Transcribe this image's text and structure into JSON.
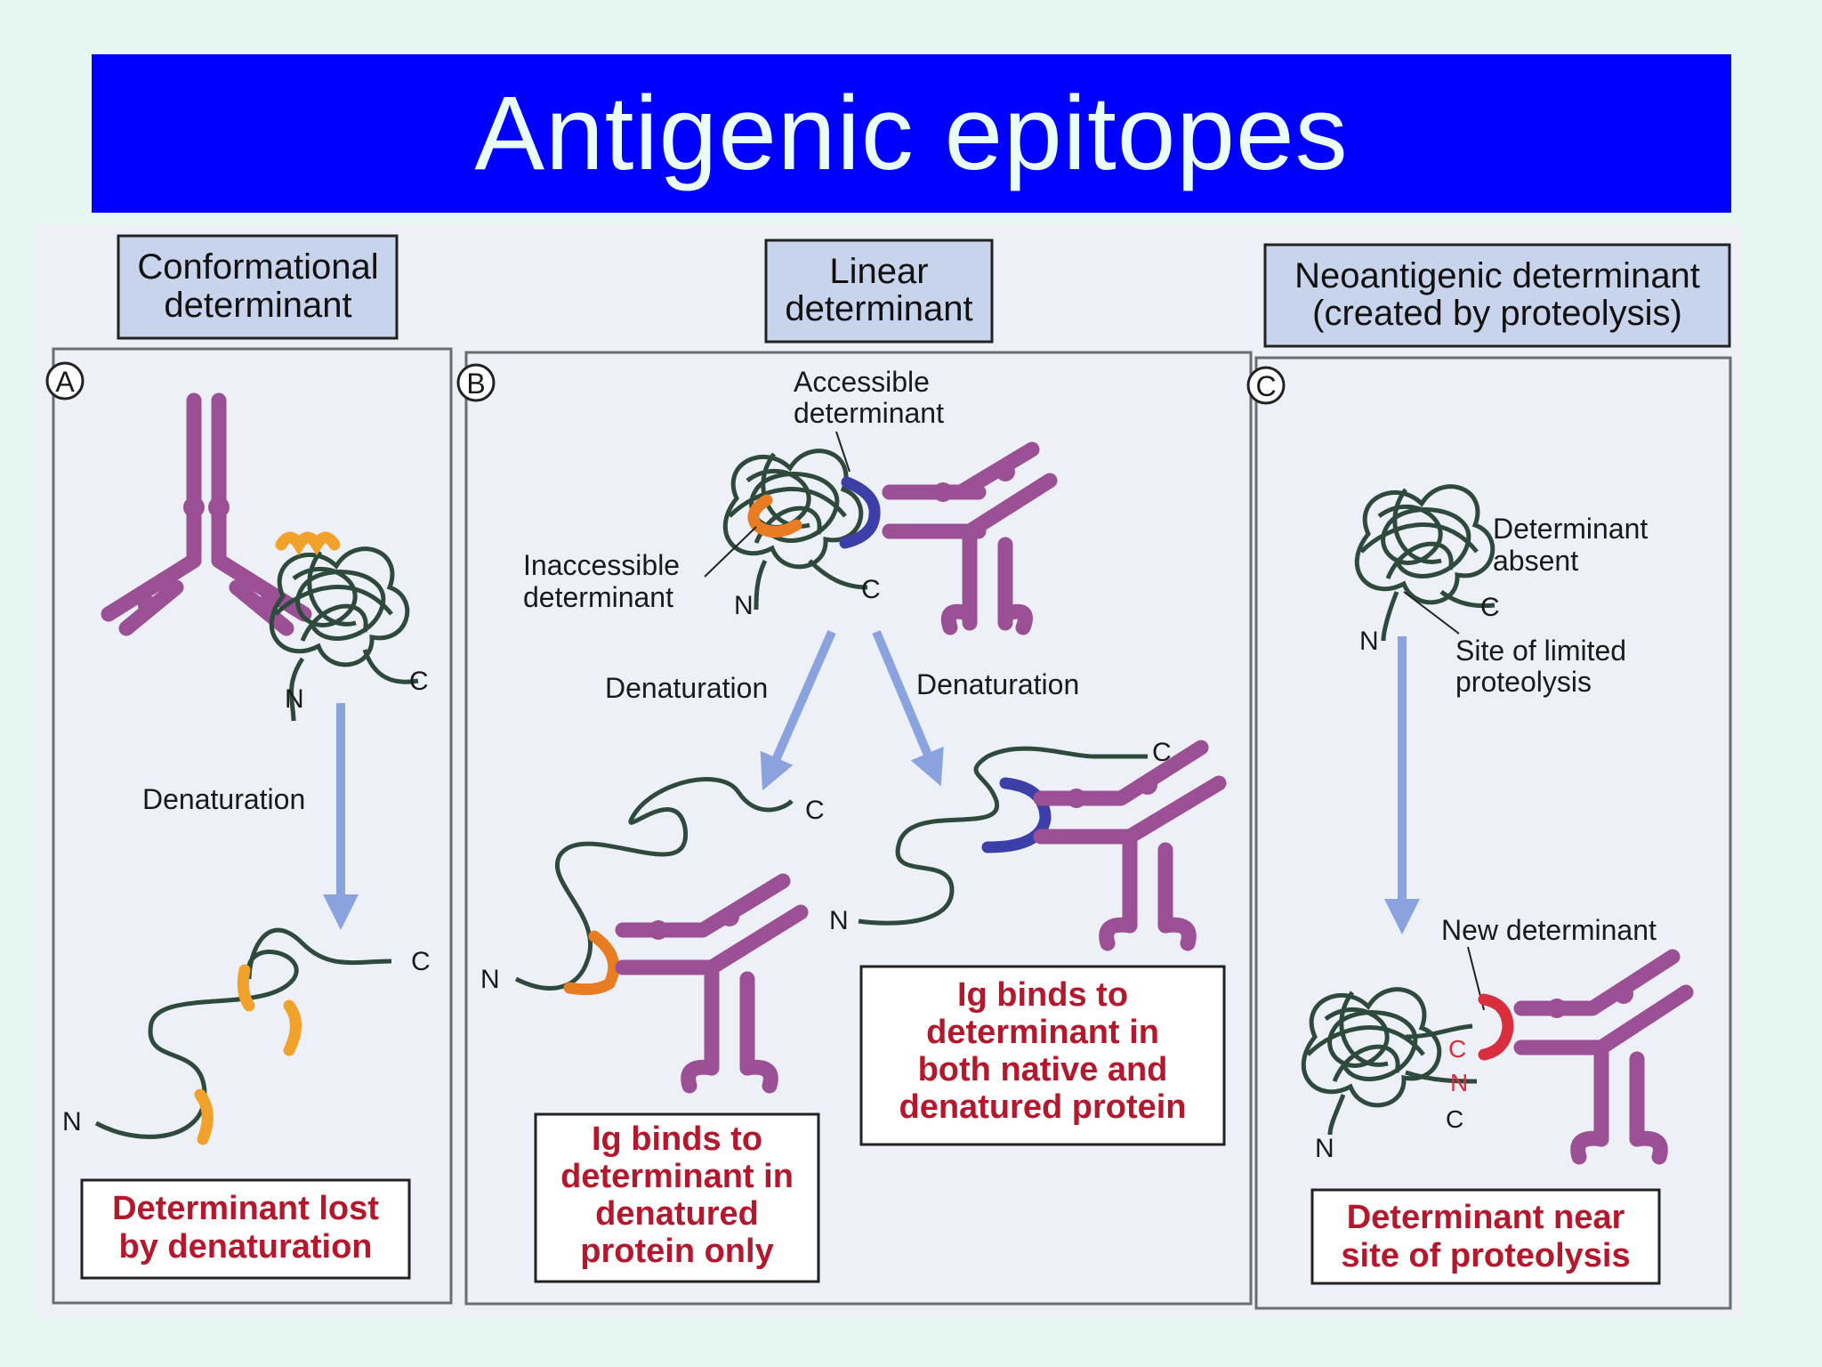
{
  "slide_title": "Antigenic epitopes",
  "colors": {
    "title_bar": "#0000ff",
    "antibody": "#9b4f94",
    "chain": "#2e4a3c",
    "conformational_epitope": "#f0a22a",
    "inaccessible_epitope": "#e87c22",
    "accessible_epitope": "#3d3fa8",
    "new_epitope": "#d92e3e",
    "arrow": "#8aa3de",
    "caption_text": "#b3182c"
  },
  "panel_a": {
    "letter": "A",
    "header_line1": "Conformational",
    "header_line2": "determinant",
    "step": "Denaturation",
    "n_label": "N",
    "c_label": "C",
    "caption_line1": "Determinant lost",
    "caption_line2": "by denaturation"
  },
  "panel_b": {
    "letter": "B",
    "header_line1": "Linear",
    "header_line2": "determinant",
    "accessible_line1": "Accessible",
    "accessible_line2": "determinant",
    "inaccessible_line1": "Inaccessible",
    "inaccessible_line2": "determinant",
    "step": "Denaturation",
    "n_label": "N",
    "c_label": "C",
    "caption_left_line1": "Ig binds to",
    "caption_left_line2": "determinant in",
    "caption_left_line3": "denatured",
    "caption_left_line4": "protein only",
    "caption_right_line1": "Ig binds to",
    "caption_right_line2": "determinant in",
    "caption_right_line3": "both native and",
    "caption_right_line4": "denatured protein"
  },
  "panel_c": {
    "letter": "C",
    "header_line1": "Neoantigenic determinant",
    "header_line2": "(created by proteolysis)",
    "absent_line1": "Determinant",
    "absent_line2": "absent",
    "site_line1": "Site of limited",
    "site_line2": "proteolysis",
    "new_label": "New determinant",
    "n_label": "N",
    "c_label": "C",
    "caption_line1": "Determinant near",
    "caption_line2": "site of proteolysis"
  }
}
